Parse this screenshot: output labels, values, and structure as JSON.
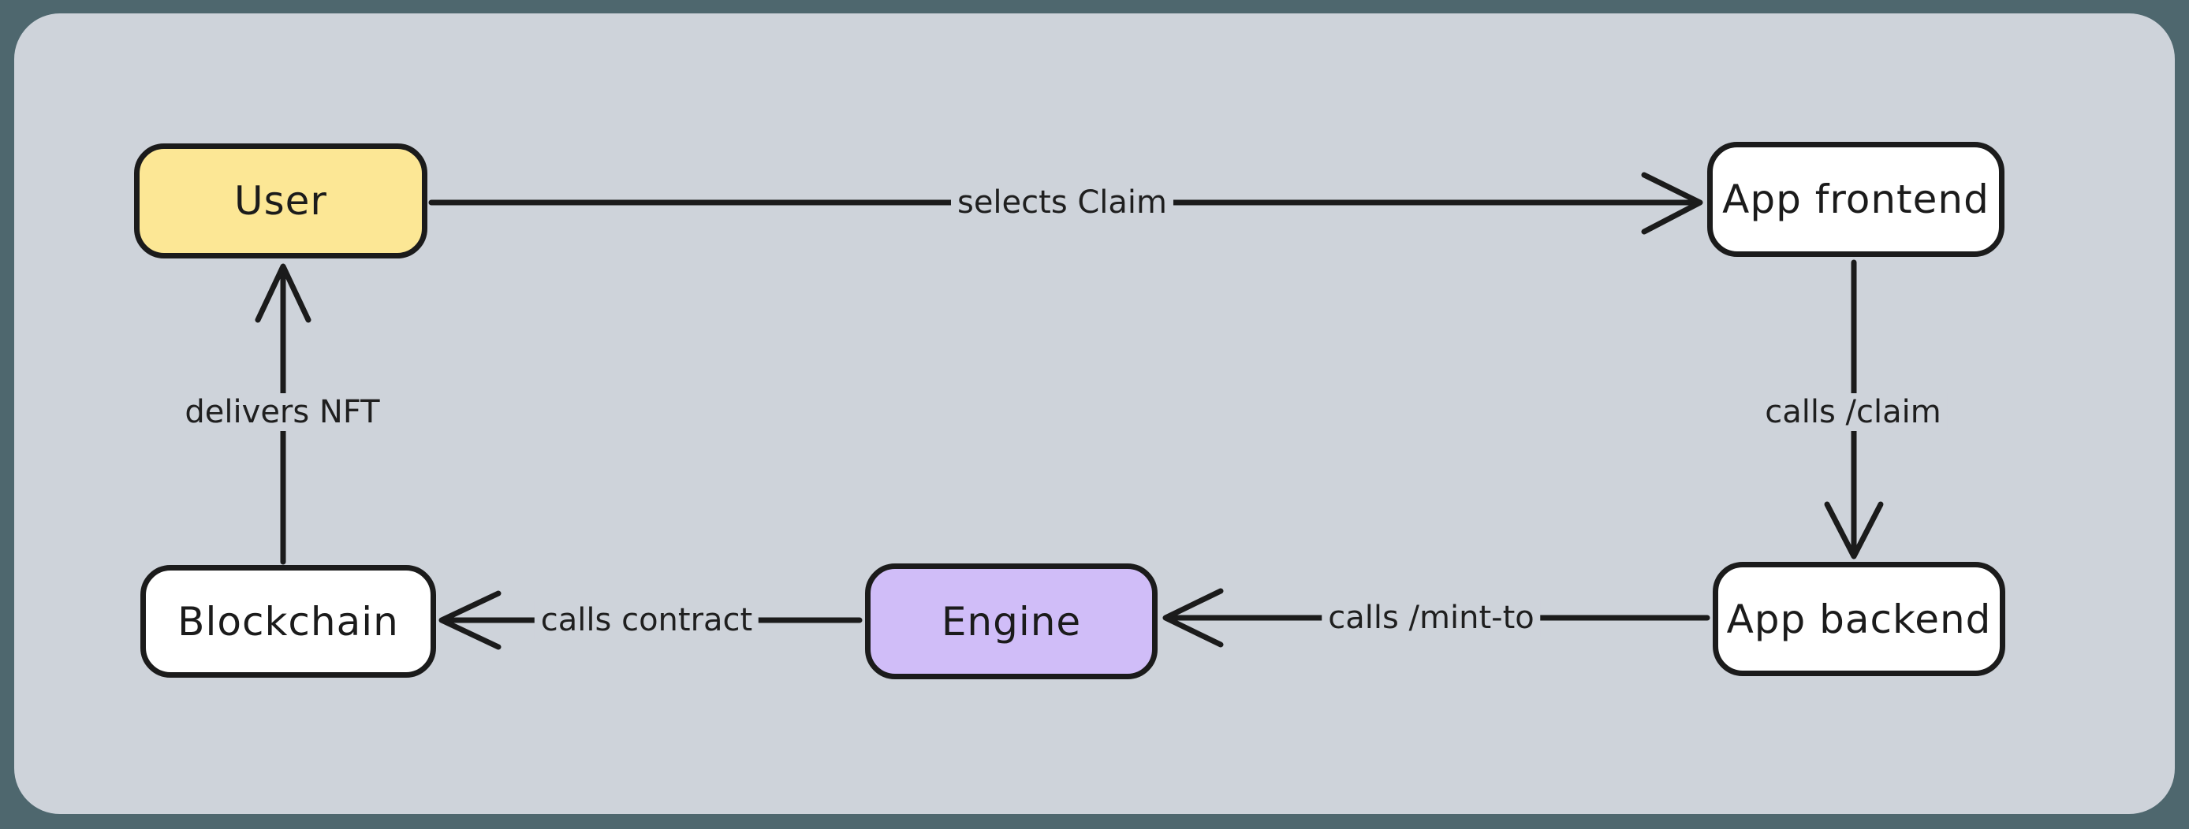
{
  "canvas": {
    "frame_color": "#4e676e",
    "background": "#ced3da",
    "stroke_color": "#1b1b1b"
  },
  "diagram": {
    "nodes": [
      {
        "id": "user",
        "label": "User",
        "fill": "#fce795"
      },
      {
        "id": "app-frontend",
        "label": "App frontend",
        "fill": "#ffffff"
      },
      {
        "id": "app-backend",
        "label": "App backend",
        "fill": "#ffffff"
      },
      {
        "id": "engine",
        "label": "Engine",
        "fill": "#d0bdf8"
      },
      {
        "id": "blockchain",
        "label": "Blockchain",
        "fill": "#ffffff"
      }
    ],
    "edges": [
      {
        "from": "user",
        "to": "app-frontend",
        "label": "selects Claim"
      },
      {
        "from": "app-frontend",
        "to": "app-backend",
        "label": "calls /claim"
      },
      {
        "from": "app-backend",
        "to": "engine",
        "label": "calls /mint-to"
      },
      {
        "from": "engine",
        "to": "blockchain",
        "label": "calls contract"
      },
      {
        "from": "blockchain",
        "to": "user",
        "label": "delivers NFT"
      }
    ]
  }
}
